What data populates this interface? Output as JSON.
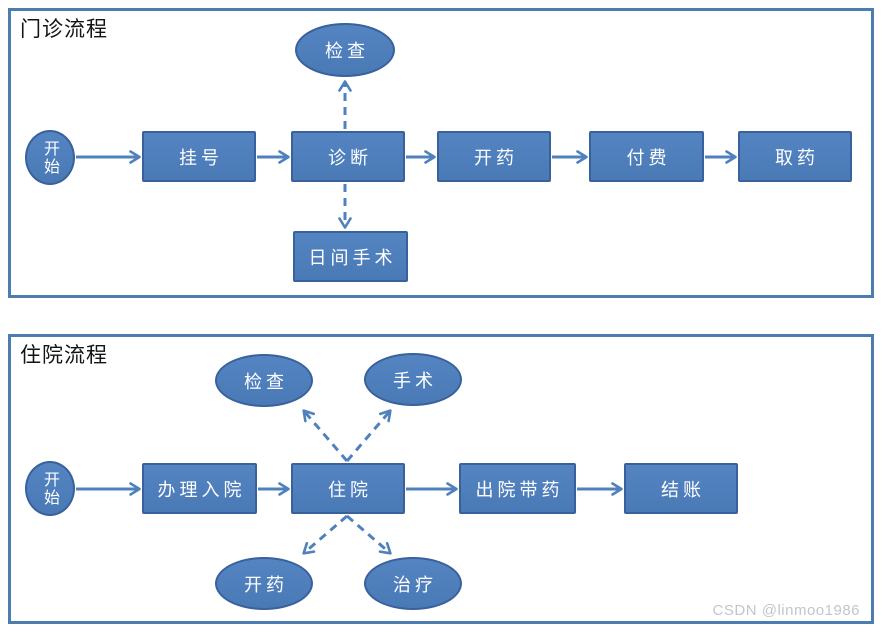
{
  "watermark": {
    "text": "CSDN @linmoo1986"
  },
  "colors": {
    "shape_fill": "#4f81bd",
    "shape_border": "#39619b",
    "arrow": "#4f81bd",
    "panel_border": "#4d7cb0",
    "shape_text": "#ffffff",
    "title_text": "#141414",
    "watermark_text": "#c2c6ca"
  },
  "panels": [
    {
      "title": "门诊流程",
      "nodes": {
        "start": {
          "label": "开始",
          "shape": "circle"
        },
        "register": {
          "label": "挂号",
          "shape": "rect"
        },
        "diagnose": {
          "label": "诊断",
          "shape": "rect"
        },
        "exam": {
          "label": "检查",
          "shape": "ellipse"
        },
        "day_surgery": {
          "label": "日间手术",
          "shape": "rect"
        },
        "prescribe": {
          "label": "开药",
          "shape": "rect"
        },
        "pay": {
          "label": "付费",
          "shape": "rect"
        },
        "dispense": {
          "label": "取药",
          "shape": "rect"
        }
      },
      "edges": [
        {
          "from": "start",
          "to": "register",
          "style": "solid"
        },
        {
          "from": "register",
          "to": "diagnose",
          "style": "solid"
        },
        {
          "from": "diagnose",
          "to": "prescribe",
          "style": "solid"
        },
        {
          "from": "prescribe",
          "to": "pay",
          "style": "solid"
        },
        {
          "from": "pay",
          "to": "dispense",
          "style": "solid"
        },
        {
          "from": "diagnose",
          "to": "exam",
          "style": "dashed"
        },
        {
          "from": "diagnose",
          "to": "day_surgery",
          "style": "dashed"
        }
      ]
    },
    {
      "title": "住院流程",
      "nodes": {
        "start": {
          "label": "开始",
          "shape": "circle"
        },
        "admission": {
          "label": "办理入院",
          "shape": "rect"
        },
        "hospital_stay": {
          "label": "住院",
          "shape": "rect"
        },
        "exam": {
          "label": "检查",
          "shape": "ellipse"
        },
        "surgery": {
          "label": "手术",
          "shape": "ellipse"
        },
        "prescribe": {
          "label": "开药",
          "shape": "ellipse"
        },
        "treatment": {
          "label": "治疗",
          "shape": "ellipse"
        },
        "discharge_meds": {
          "label": "出院带药",
          "shape": "rect"
        },
        "settlement": {
          "label": "结账",
          "shape": "rect"
        }
      },
      "edges": [
        {
          "from": "start",
          "to": "admission",
          "style": "solid"
        },
        {
          "from": "admission",
          "to": "hospital_stay",
          "style": "solid"
        },
        {
          "from": "hospital_stay",
          "to": "discharge_meds",
          "style": "solid"
        },
        {
          "from": "discharge_meds",
          "to": "settlement",
          "style": "solid"
        },
        {
          "from": "hospital_stay",
          "to": "exam",
          "style": "dashed"
        },
        {
          "from": "hospital_stay",
          "to": "surgery",
          "style": "dashed"
        },
        {
          "from": "hospital_stay",
          "to": "prescribe",
          "style": "dashed"
        },
        {
          "from": "hospital_stay",
          "to": "treatment",
          "style": "dashed"
        }
      ]
    }
  ]
}
